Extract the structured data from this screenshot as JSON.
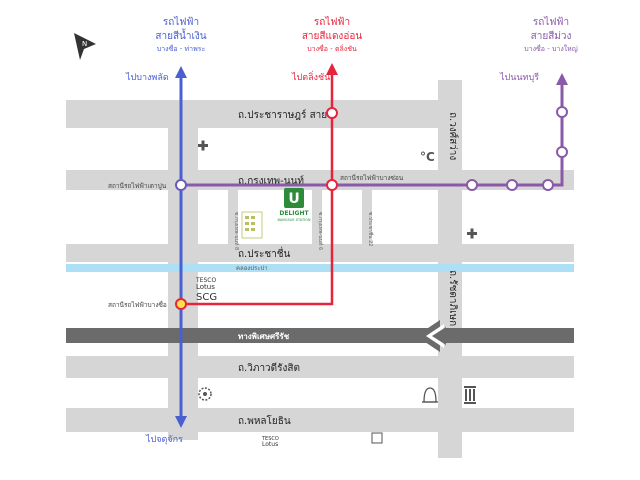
{
  "compass": {
    "letter": "N"
  },
  "transit_lines": {
    "blue": {
      "color": "#4a5fd0",
      "title_1": "รถไฟฟ้า",
      "title_2": "สายสีน้ำเงิน",
      "subtitle": "บางซื่อ - ท่าพระ",
      "dest_top": "ไปบางพลัด",
      "dest_bottom": "ไปจตุจักร"
    },
    "red": {
      "color": "#e8243c",
      "title_1": "รถไฟฟ้า",
      "title_2": "สายสีแดงอ่อน",
      "subtitle": "บางซื่อ - ตลิ่งชัน",
      "dest_top": "ไปตลิ่งชัน"
    },
    "purple": {
      "color": "#8a5aa8",
      "title_1": "รถไฟฟ้า",
      "title_2": "สายสีม่วง",
      "subtitle": "บางซื่อ - บางใหญ่",
      "dest_top": "ไปนนทบุรี"
    }
  },
  "roads": {
    "prachachuen_1": "ถ.ประชาราษฎร์ สาย 1",
    "krungthep_nonthaburi": "ถ.กรุงเทพ-นนท์",
    "prachachuen": "ถ.ประชาชื่น",
    "canal": "คลองประปา",
    "expressway": "ทางพิเศษศรีรัช",
    "vibhavadi": "ถ.วิภาวดีรังสิต",
    "phahonyothin": "ถ.พหลโยธิน",
    "wongsawang": "ถ.วงศ์สว่าง",
    "ratchadaphisek": "ถ.รัชดาภิเษก",
    "soi_8": "ซ.กรุงเทพ-นนท์ 8",
    "soi_6": "ซ.กรุงเทพ-นนท์ 6",
    "soi_22": "ซ.ประชาชื่น 22"
  },
  "stations": {
    "tao_poon": "สถานีรถไฟฟ้าเตาปูน",
    "bang_son": "สถานีรถไฟฟ้าบางซ่อน",
    "bang_sue": "สถานีรถไฟฟ้าบางซื่อ"
  },
  "landmarks": {
    "tesco_1_line1": "TESCO",
    "tesco_1_line2": "Lotus",
    "scg": "SCG",
    "tesco_2_line1": "TESCO",
    "tesco_2_line2": "Lotus",
    "project_logo": "U",
    "project_name": "DELIGHT",
    "project_sub": "BANGSUE STATION"
  },
  "colors": {
    "road": "#d6d6d6",
    "canal": "#aee0f5",
    "expressway": "#6b6b6b",
    "project": "#2e8b3a"
  }
}
